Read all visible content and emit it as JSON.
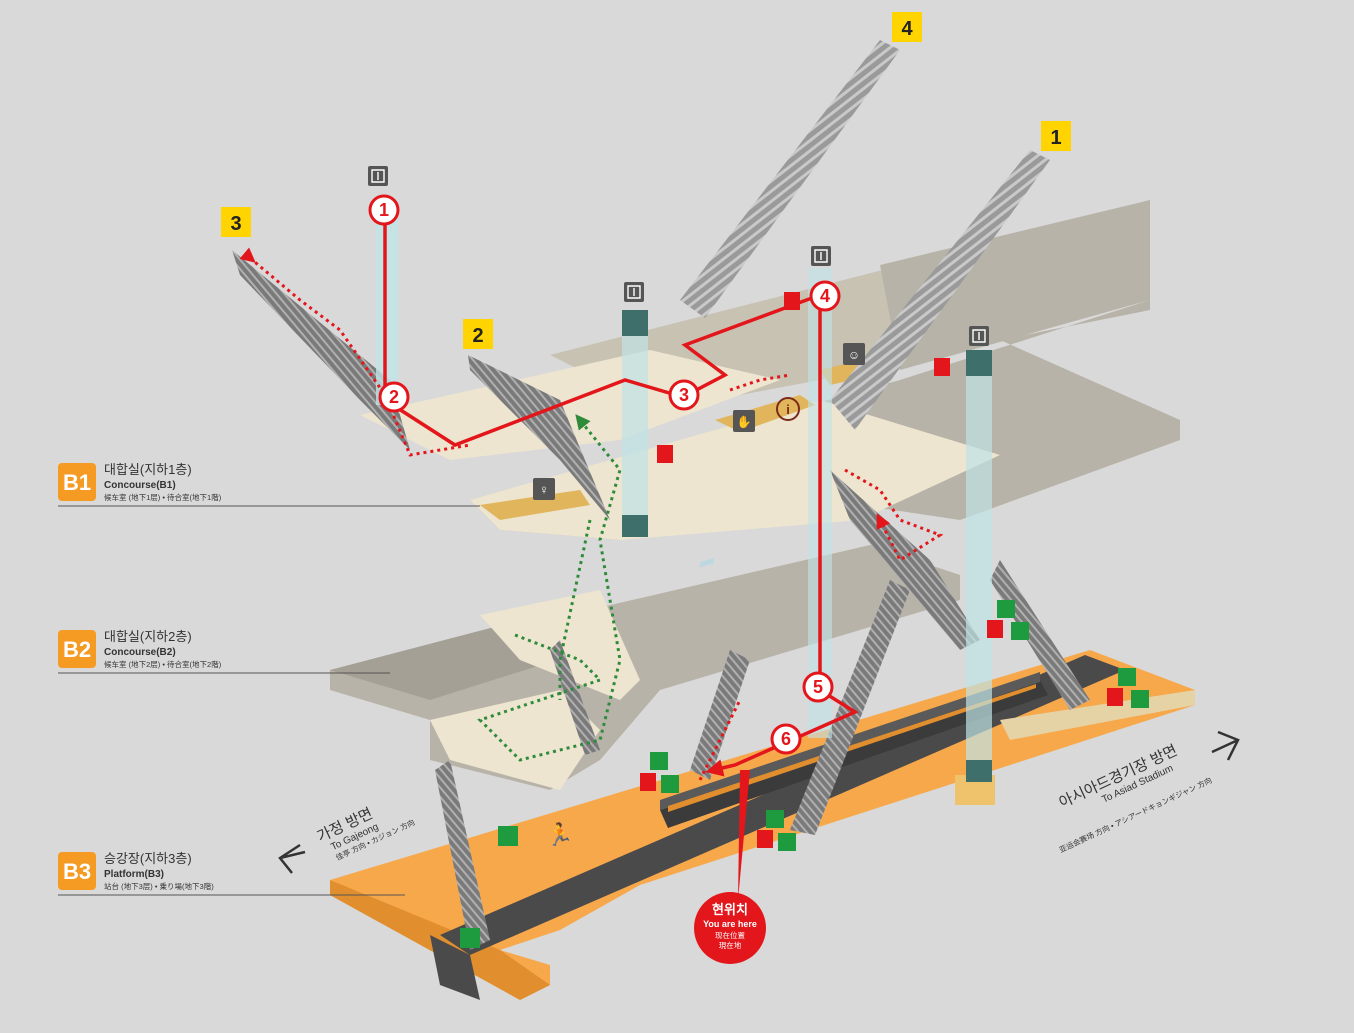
{
  "levels": [
    {
      "code": "B1",
      "name_ko": "대합실(지하1층)",
      "name_en": "Concourse(B1)",
      "name_sub": "候车室 (地下1层) • 待合室(地下1階)",
      "color": "#f59a23"
    },
    {
      "code": "B2",
      "name_ko": "대합실(지하2층)",
      "name_en": "Concourse(B2)",
      "name_sub": "候车室 (地下2层) • 待合室(地下2階)",
      "color": "#f59a23"
    },
    {
      "code": "B3",
      "name_ko": "승강장(지하3층)",
      "name_en": "Platform(B3)",
      "name_sub": "站台 (地下3层) • 乗り場(地下3階)",
      "color": "#f59a23"
    }
  ],
  "exits": [
    {
      "label": "1"
    },
    {
      "label": "2"
    },
    {
      "label": "3"
    },
    {
      "label": "4"
    }
  ],
  "route_steps": [
    "1",
    "2",
    "3",
    "4",
    "5",
    "6"
  ],
  "directions": {
    "left": {
      "ko": "가정 방면",
      "en": "To Gajeong",
      "sub": "佳亭 方向 • カジョン 方向"
    },
    "right": {
      "ko": "아시아드경기장 방면",
      "en": "To Asiad Stadium",
      "sub": "亚运会赛场 方向 • アシアードキョンギジャン 方向"
    }
  },
  "you_are_here": {
    "ko": "현위치",
    "en": "You are here",
    "zh": "现在位置",
    "ja": "現在地"
  },
  "colors": {
    "background": "#d9d9d9",
    "floor": "#ede5cf",
    "slab": "#b8b3a8",
    "platform": "#f7a84b",
    "route": "#e3161c",
    "exit_badge": "#ffd400",
    "green_path": "#2e8b3a",
    "elevator_shaft": "#bfe3e6"
  },
  "icons": [
    "elevator-icon",
    "restroom-icon",
    "info-icon",
    "nursing-room-icon",
    "ticket-machine-icon",
    "fire-hydrant-icon",
    "emergency-phone-icon",
    "aed-icon",
    "emergency-exit-icon"
  ]
}
